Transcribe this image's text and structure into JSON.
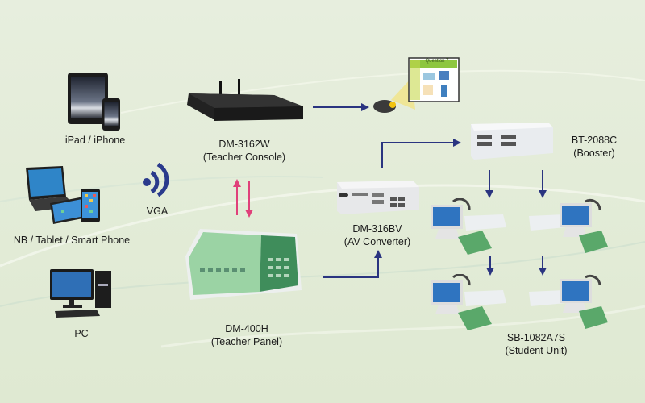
{
  "diagram": {
    "title": "Language Lab System Connection Diagram",
    "colors": {
      "background": "#e4ecd9",
      "connector": "#2a3480",
      "bidirectional_arrow": "#e0407a",
      "wifi_icon": "#2a3a8c",
      "text": "#1c1c1c"
    },
    "sources": [
      {
        "id": "ipad",
        "label": "iPad / iPhone",
        "icon": "tablet-phone-icon"
      },
      {
        "id": "nb",
        "label": "NB / Tablet / Smart Phone",
        "icon": "laptop-tablet-phone-icon"
      },
      {
        "id": "pc",
        "label": "PC",
        "icon": "desktop-pc-icon"
      }
    ],
    "wireless": {
      "label": "VGA",
      "icon": "wifi-signal-icon"
    },
    "devices": {
      "teacher_console": {
        "model": "DM-3162W",
        "role": "(Teacher Console)"
      },
      "teacher_panel": {
        "model": "DM-400H",
        "role": "(Teacher Panel)"
      },
      "av_converter": {
        "model": "DM-316BV",
        "role": "(AV Converter)"
      },
      "booster": {
        "model": "BT-2088C",
        "role": "(Booster)"
      },
      "student_unit": {
        "model": "SB-1082A7S",
        "role": "(Student Unit)"
      },
      "projector": {
        "screen_heading": "Question 7"
      }
    },
    "connections": [
      {
        "from": "teacher_console",
        "to": "projector",
        "type": "one-way"
      },
      {
        "from": "teacher_console",
        "to": "teacher_panel",
        "type": "bidirectional"
      },
      {
        "from": "teacher_panel",
        "to": "av_converter",
        "type": "one-way"
      },
      {
        "from": "av_converter",
        "to": "booster",
        "type": "one-way"
      },
      {
        "from": "booster",
        "to": "student_unit",
        "type": "one-way"
      },
      {
        "from": "student_unit",
        "to": "student_unit",
        "type": "daisy-chain"
      }
    ]
  }
}
